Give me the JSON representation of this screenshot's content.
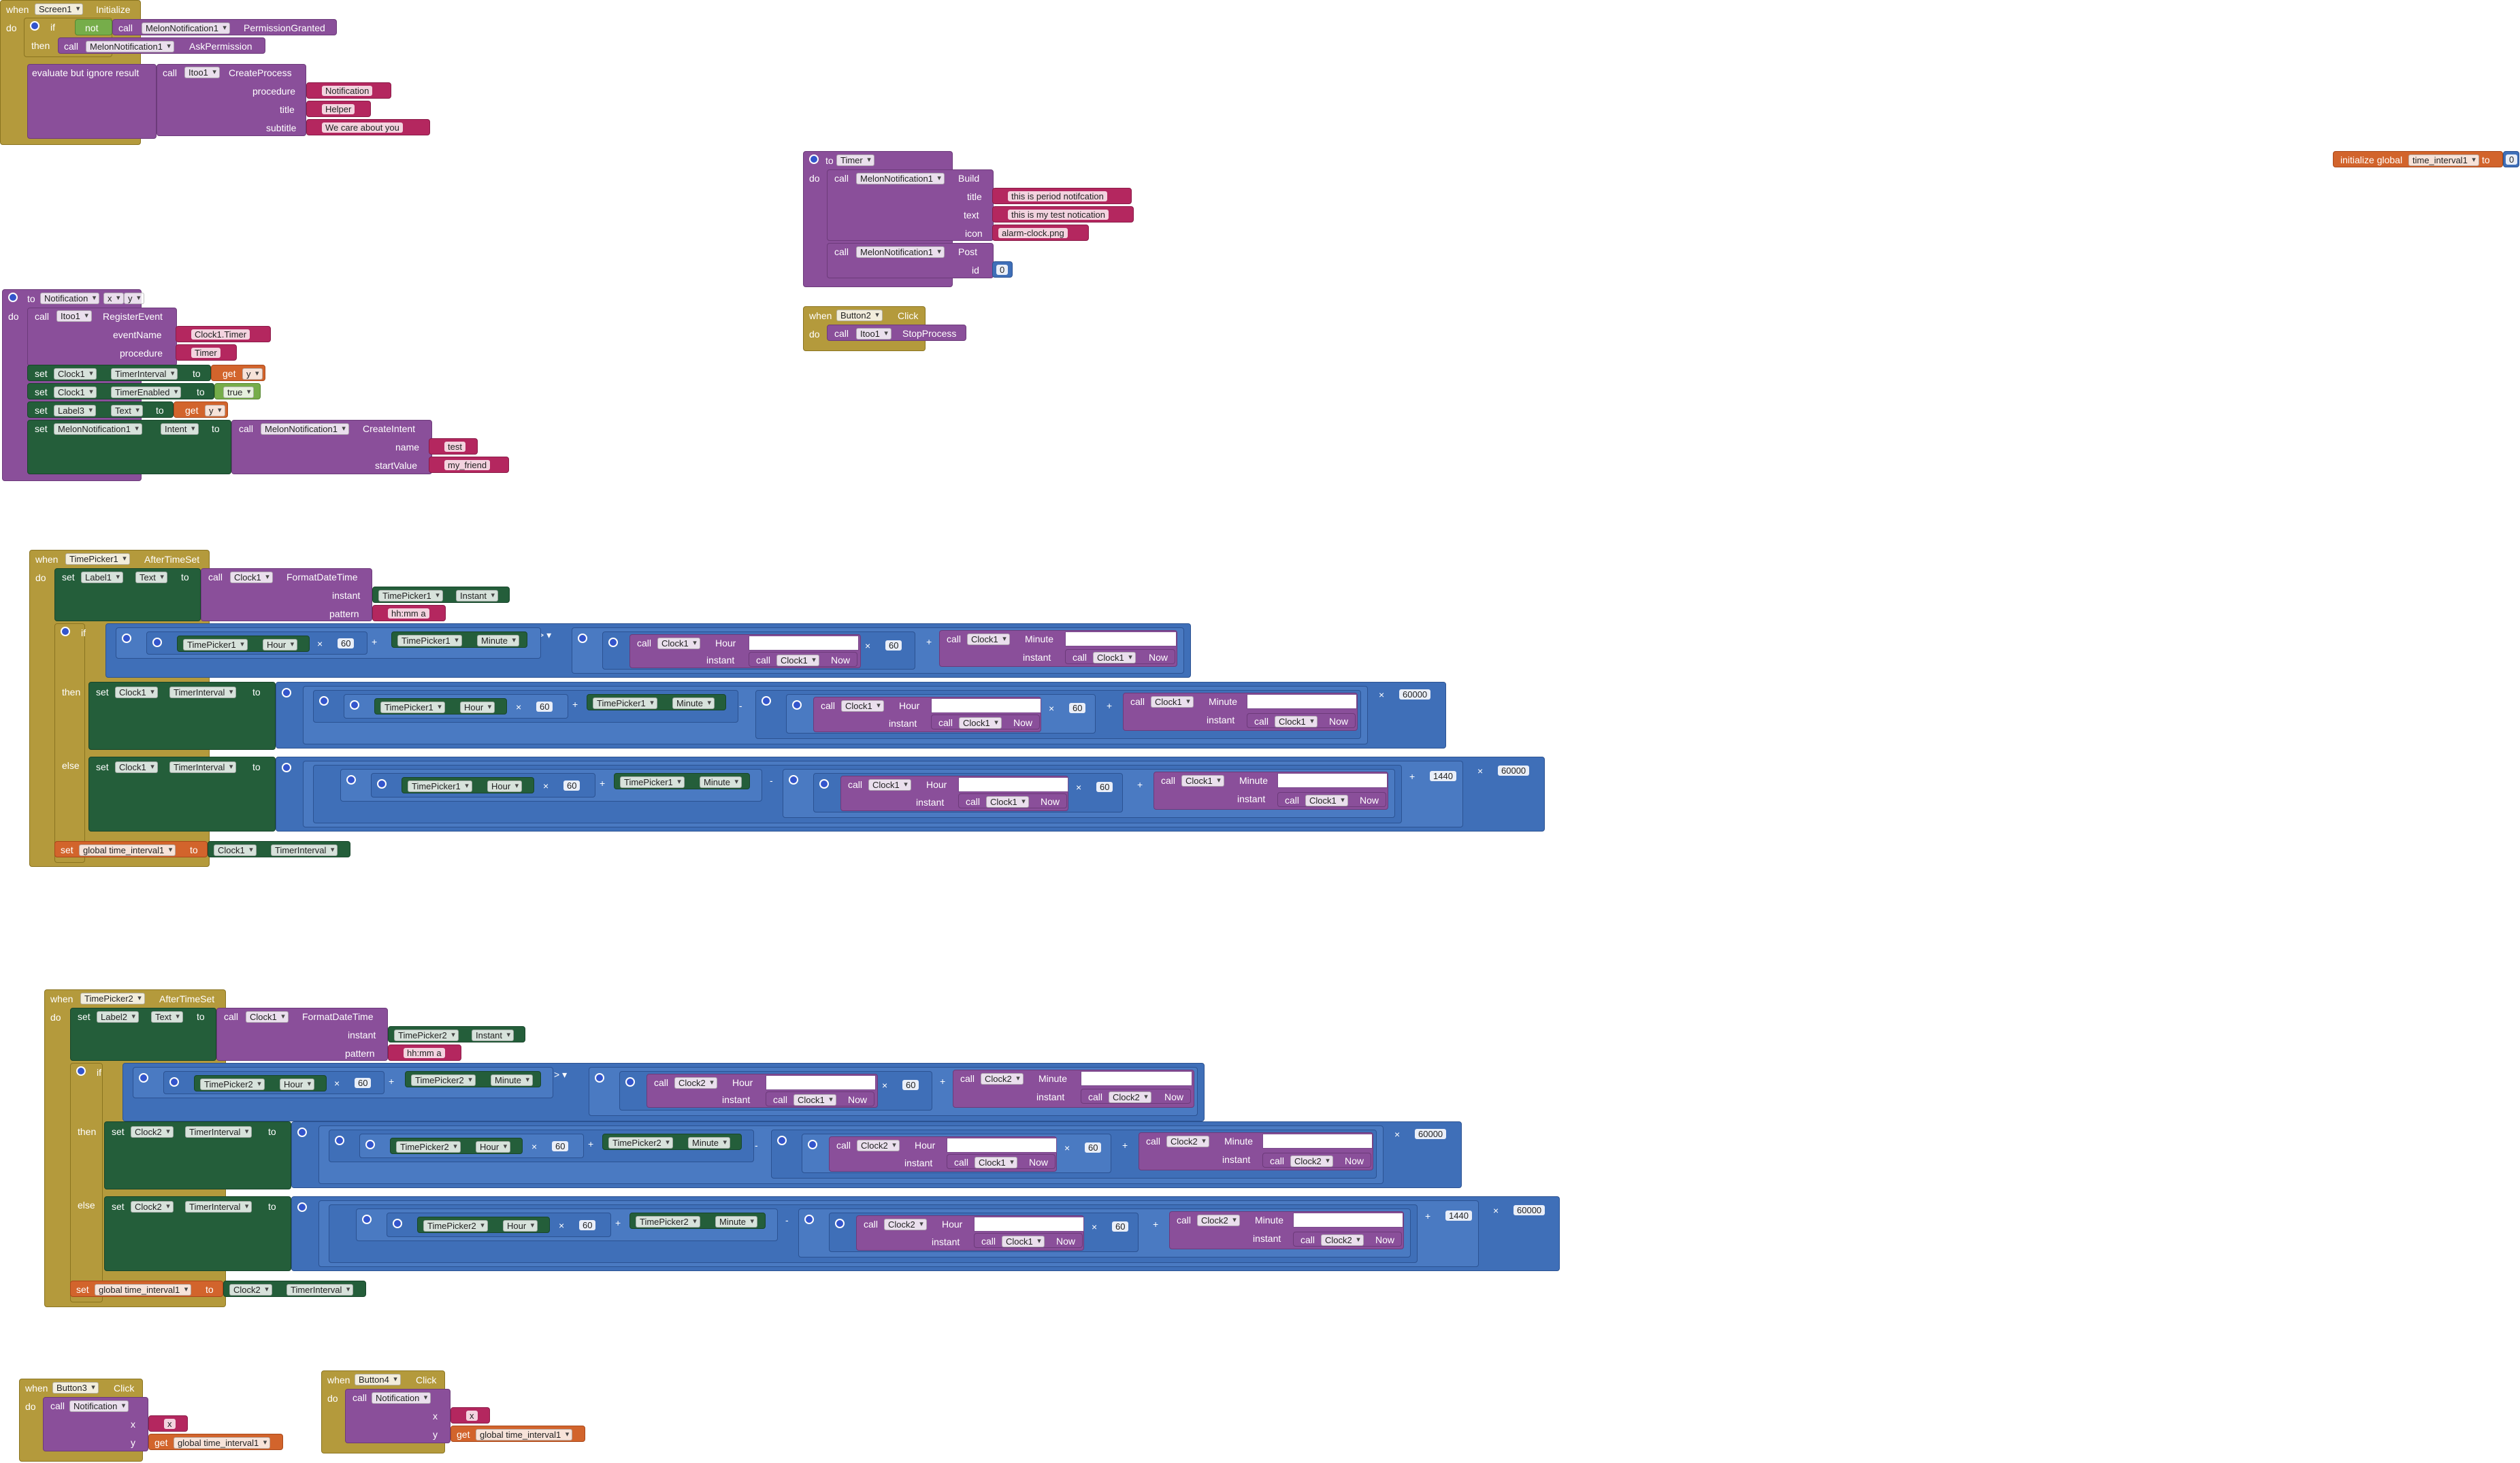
{
  "kw": {
    "when": "when",
    "do": "do",
    "if": "if",
    "not": "not",
    "call": "call",
    "then": "then",
    "else": "else",
    "set": "set",
    "to": "to",
    "get": "get",
    "evaluate": "evaluate but ignore result",
    "to_proc": "to",
    "initialize_global": "initialize global"
  },
  "params": {
    "procedure": "procedure",
    "title": "title",
    "subtitle": "subtitle",
    "eventName": "eventName",
    "name": "name",
    "startValue": "startValue",
    "instant": "instant",
    "pattern": "pattern",
    "text": "text",
    "icon": "icon",
    "id": "id",
    "x": "x",
    "y": "y"
  },
  "ops": {
    "times": "×",
    "plus": "+",
    "minus": "-",
    "gt": "> ▾"
  },
  "components": {
    "Screen1": "Screen1",
    "MelonNotification1": "MelonNotification1",
    "Itoo1": "Itoo1",
    "Clock1": "Clock1",
    "Clock2": "Clock2",
    "Label1": "Label1",
    "Label2": "Label2",
    "Label3": "Label3",
    "TimePicker1": "TimePicker1",
    "TimePicker2": "TimePicker2",
    "Button2": "Button2",
    "Button3": "Button3",
    "Button4": "Button4"
  },
  "members": {
    "Initialize": "Initialize",
    "PermissionGranted": "PermissionGranted",
    "AskPermission": "AskPermission",
    "CreateProcess": "CreateProcess",
    "RegisterEvent": "RegisterEvent",
    "TimerInterval": "TimerInterval",
    "TimerEnabled": "TimerEnabled",
    "Text": "Text",
    "Intent": "Intent",
    "CreateIntent": "CreateIntent",
    "Build": "Build",
    "Post": "Post",
    "Click": "Click",
    "StopProcess": "StopProcess",
    "AfterTimeSet": "AfterTimeSet",
    "FormatDateTime": "FormatDateTime",
    "Instant": "Instant",
    "Hour": "Hour",
    "Minute": "Minute",
    "Now": "Now"
  },
  "procedures": {
    "Notification": "Notification",
    "Timer": "Timer"
  },
  "args": {
    "x": "x",
    "y": "y"
  },
  "strings": {
    "Notification": "Notification",
    "Helper": "Helper",
    "care": "We care about you",
    "clockTimer": "Clock1.Timer",
    "Timer": "Timer",
    "test": "test",
    "friend": "my_friend",
    "pattern": "hh:mm a",
    "ntitle": "this is period notifcation",
    "ntext": "this is my test notication",
    "icon": "alarm-clock.png"
  },
  "logic": {
    "true": "true"
  },
  "numbers": {
    "n0": "0",
    "n60": "60",
    "n60000": "60000",
    "n1440": "1440"
  },
  "globals": {
    "time_interval1": "global time_interval1",
    "name": "time_interval1"
  }
}
